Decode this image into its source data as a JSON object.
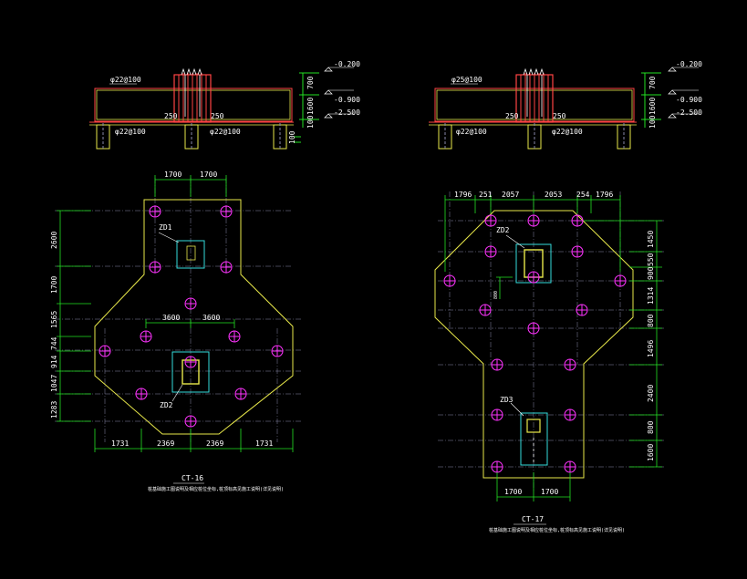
{
  "colors": {
    "background": "#000000",
    "outline": "#e8e84a",
    "dimension": "#22e022",
    "pile": "#ff33ff",
    "column": "#33dddd",
    "rebar": "#ff4444",
    "axis": "#8888aa",
    "text": "#ffffff"
  },
  "left": {
    "section": {
      "rebar_top": "φ22@100",
      "rebar_bottom_left": "φ22@100",
      "rebar_bottom_right": "φ22@100",
      "w1": "250",
      "w2": "250",
      "elev_top": "-0.200",
      "elev_mid": "-0.900",
      "elev_bot": "-2.500",
      "dim_v1": "700",
      "dim_v2": "1600",
      "dim_v3": "100",
      "dim_v4": "100"
    },
    "plan": {
      "dim_top": [
        "1700",
        "1700"
      ],
      "dim_left": [
        "2600",
        "1700",
        "1565",
        "744",
        "914",
        "1047",
        "1283"
      ],
      "dim_inner": [
        "3600",
        "3600"
      ],
      "dim_bottom": [
        "1731",
        "2369",
        "2369",
        "1731"
      ],
      "label_col1": "ZD1",
      "label_col2": "ZD2"
    },
    "caption": {
      "title": "CT-16",
      "note": "桩基础施工图说明及相应桩位坐标,桩顶标高见施工说明(详见说明)"
    }
  },
  "right": {
    "section": {
      "rebar_top": "φ25@100",
      "rebar_bottom_left": "φ22@100",
      "rebar_bottom_right": "φ22@100",
      "w1": "250",
      "w2": "250",
      "elev_top": "-0.200",
      "elev_mid": "-0.900",
      "elev_bot": "-2.500",
      "dim_v1": "700",
      "dim_v2": "1600",
      "dim_v3": "100"
    },
    "plan": {
      "dim_top": [
        "1796",
        "251",
        "2057",
        "2053",
        "254",
        "1796"
      ],
      "dim_right": [
        "1450",
        "550",
        "900",
        "1314",
        "800",
        "1496",
        "2400",
        "800",
        "1600"
      ],
      "dim_inner": "800",
      "dim_bottom": [
        "1700",
        "1700"
      ],
      "label_col1": "ZD2",
      "label_col2": "ZD3"
    },
    "caption": {
      "title": "CT-17",
      "note": "桩基础施工图说明及相应桩位坐标,桩顶标高见施工说明(详见说明)"
    }
  }
}
